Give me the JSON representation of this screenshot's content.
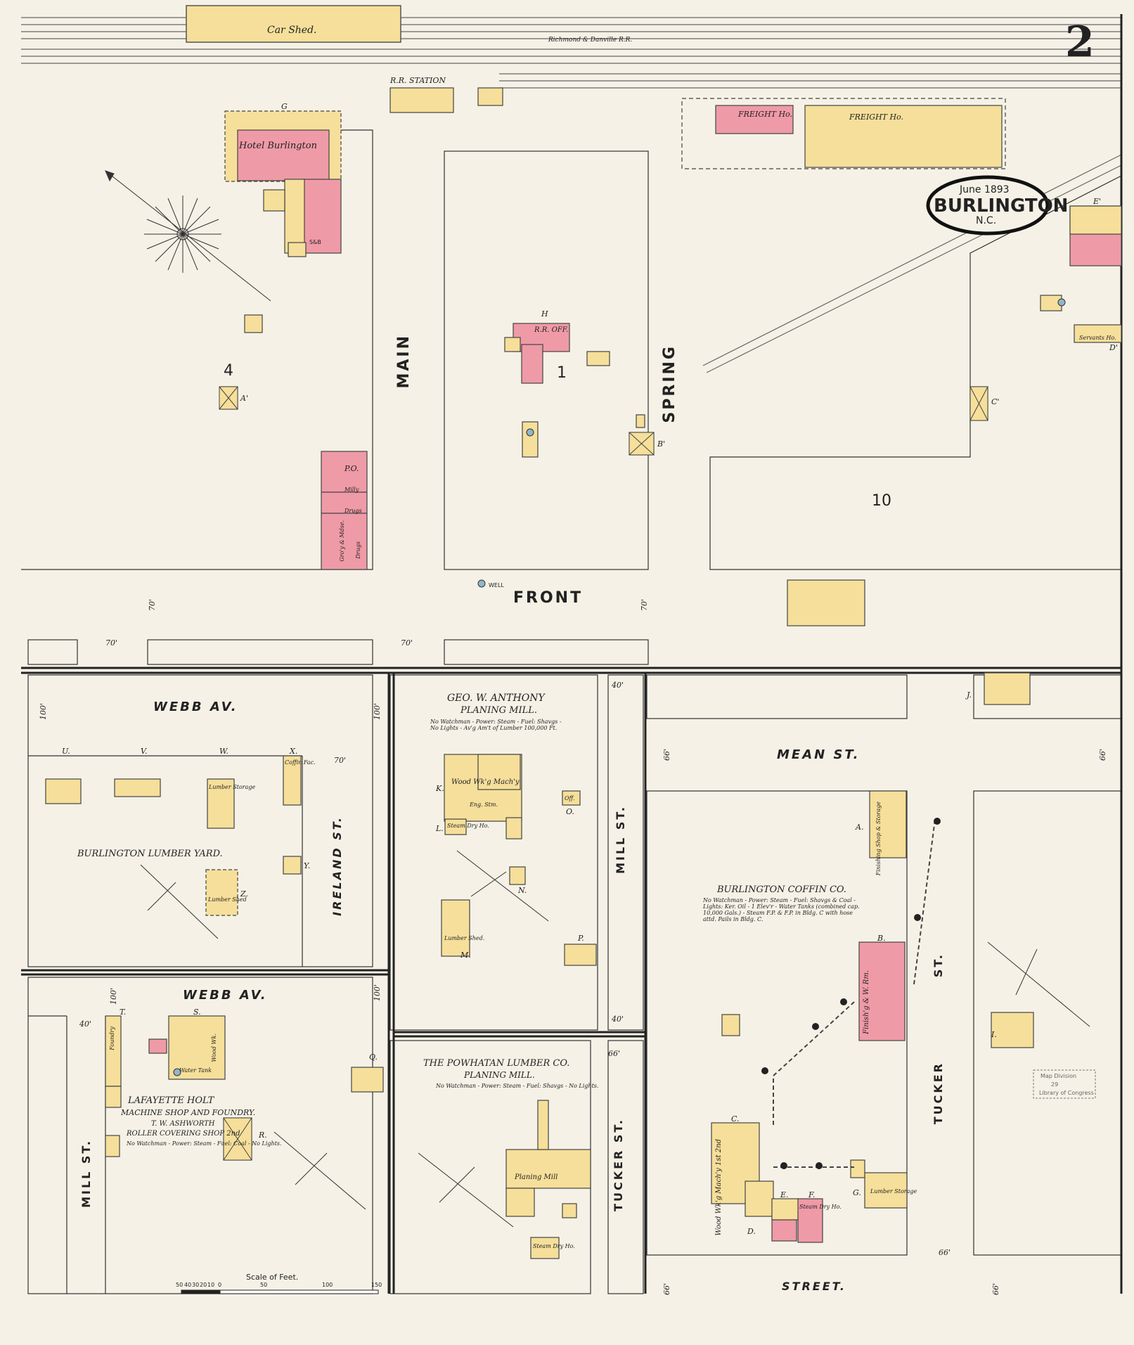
{
  "sheet": {
    "number": "2"
  },
  "stamp": {
    "date": "June 1893",
    "city": "BURLINGTON",
    "state": "N.C."
  },
  "library_stamp": {
    "line1": "Map Division",
    "line2": "29",
    "line3": "Library of Congress"
  },
  "railroad": {
    "name": "Richmond & Danville R.R.",
    "car_shed": "Car Shed.",
    "station": "R.R. STATION",
    "freight1": "FREIGHT Ho.",
    "freight2": "FREIGHT Ho."
  },
  "streets": {
    "main": "MAIN",
    "spring": "SPRING",
    "front": "FRONT",
    "webb1": "WEBB AV.",
    "webb2": "WEBB AV.",
    "ireland": "IRELAND ST.",
    "mill1": "MILL ST.",
    "mill2": "MILL ST.",
    "tucker1": "TUCKER ST.",
    "tucker2": "TUCKER",
    "tucker2b": "ST.",
    "mean": "MEAN ST.",
    "street": "STREET."
  },
  "blocks": {
    "b4": "4",
    "b1": "1",
    "b10": "10"
  },
  "buildings": {
    "hotel": "Hotel Burlington",
    "rr_office": "R.R. OFF.",
    "po": "P.O.",
    "millinery": "Milly",
    "drugs": "Drugs",
    "grocery": "Gro'y & Mdse.",
    "drugs2": "Drugs",
    "sab": "S&B"
  },
  "anthony": {
    "name": "GEO. W. ANTHONY",
    "sub": "PLANING MILL.",
    "notes": "No Watchman - Power: Steam - Fuel: Shavgs - No Lights - Av'g Am't of Lumber 100,000 Ft.",
    "wood": "Wood Wk'g Mach'y",
    "eng": "Eng. Stm.",
    "dry": "Steam Dry Ho.",
    "lumber": "Lumber Shed.",
    "off": "Off."
  },
  "lumber_yard": {
    "name": "BURLINGTON LUMBER YARD.",
    "storage": "Lumber Storage",
    "shed": "Lumber Shed",
    "coffin": "Coffin Fac."
  },
  "holt": {
    "name": "LAFAYETTE HOLT",
    "sub": "MACHINE SHOP AND FOUNDRY.",
    "owner": "T. W. ASHWORTH",
    "roller": "ROLLER COVERING SHOP 2nd",
    "notes": "No Watchman - Power: Steam - Fuel: Coal - No Lights.",
    "tank": "Water Tank",
    "foundry": "Foundry",
    "wood": "Wood Wk."
  },
  "powhatan": {
    "name": "THE POWHATAN LUMBER CO.",
    "sub": "PLANING MILL.",
    "notes": "No Watchman - Power: Steam - Fuel: Shavgs - No Lights.",
    "mill": "Planing Mill",
    "dry": "Steam Dry Ho."
  },
  "coffin": {
    "name": "BURLINGTON COFFIN CO.",
    "notes": "No Watchman - Power: Steam - Fuel: Shavgs & Coal - Lights: Ker. Oil - 1 Elev'r - Water Tanks (combined cap. 10,000 Gals.) - Steam F.P. & F.P. in Bldg. C with hose attd. Pails in Bldg. C.",
    "finish": "Finish'g & W. Rm.",
    "finishing": "Finishing Shop & Storage",
    "wood": "Wood Wk'g Mach'y 1st 2nd",
    "dry": "Steam Dry Ho.",
    "lumber": "Lumber Storage"
  },
  "scale": {
    "title": "Scale of Feet.",
    "ticks": [
      "50",
      "40",
      "30",
      "20",
      "10",
      "0",
      "50",
      "100",
      "150"
    ]
  },
  "letters": [
    "G",
    "H",
    "A'",
    "B'",
    "C'",
    "E'",
    "D'",
    "U.",
    "V.",
    "W.",
    "X.",
    "Y.",
    "Z.",
    "K.",
    "L.",
    "M.",
    "N.",
    "O.",
    "P.",
    "Q.",
    "R.",
    "S.",
    "T.",
    "J.",
    "I.",
    "A.",
    "B.",
    "C.",
    "D.",
    "E.",
    "F.",
    "G."
  ],
  "dims": {
    "d70": "70'",
    "d100": "100'",
    "d40": "40'",
    "d66": "66'"
  },
  "misc": {
    "well": "WELL",
    "servants": "Servants Ho."
  }
}
